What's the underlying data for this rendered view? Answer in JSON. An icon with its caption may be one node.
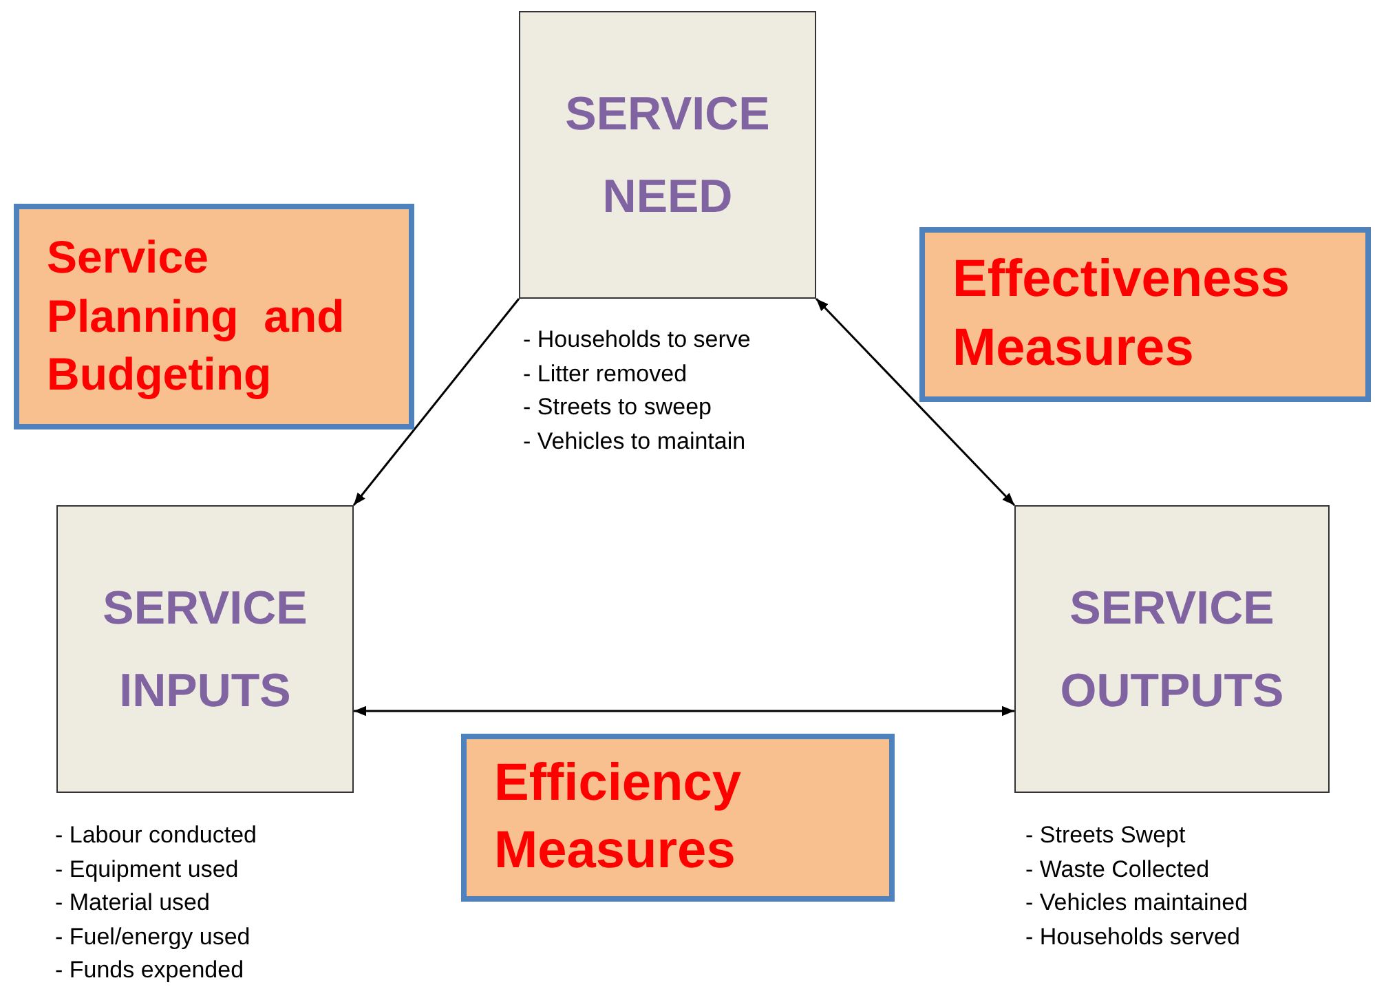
{
  "diagram": {
    "nodes": [
      {
        "text": [
          "SERVICE NEED"
        ],
        "beside": [
          "- Households to serve",
          "- Litter removed",
          "- Streets to sweep",
          "- Vehicles to maintain"
        ]
      },
      {
        "text": [
          "Service Planning  and Budgeting"
        ]
      },
      {
        "text": [
          "Effectiveness Measures"
        ]
      },
      {
        "text": [
          "SERVICE INPUTS"
        ],
        "beside": [
          "- Labour conducted",
          "- Equipment used",
          "- Material used",
          "- Fuel/energy used",
          "- Funds expended"
        ]
      },
      {
        "text": [
          "SERVICE OUTPUTS"
        ],
        "beside": [
          "- Streets Swept",
          "- Waste Collected",
          "- Vehicles maintained",
          "- Households served"
        ]
      },
      {
        "text": [
          "Efficiency Measures"
        ]
      }
    ],
    "edges": [
      {
        "from": 0,
        "to": 3,
        "arrow": "to"
      },
      {
        "from": 0,
        "to": 4,
        "arrow": "both"
      },
      {
        "from": 3,
        "to": 4,
        "arrow": "both"
      }
    ]
  }
}
